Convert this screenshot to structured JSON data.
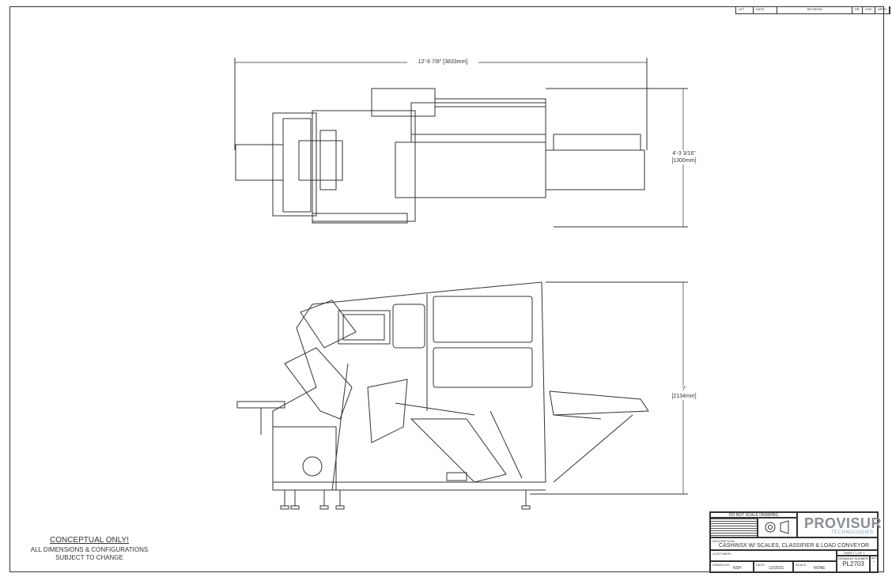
{
  "revision_block": {
    "headers": [
      "LET",
      "DATE",
      "REVISION",
      "DR",
      "CHK",
      "APPD"
    ]
  },
  "dimensions": {
    "overall_length": "12'-6 7/8\" [3833mm]",
    "width_imperial": "4'-3 3/16\"",
    "width_metric": "[1300mm]",
    "height_imperial": "7'",
    "height_metric": "[2134mm]"
  },
  "notes": {
    "line1": "CONCEPTUAL ONLY!",
    "line2": "ALL DIMENSIONS & CONFIGURATIONS",
    "line3": "SUBJECT TO CHANGE"
  },
  "title_block": {
    "warning": "DO NOT SCALE DRAWING",
    "company": "PROVISUR",
    "company_sub": "TECHNOLOGIES",
    "description_label": "DESCRIPTION:",
    "description": "CASHINSX W/ SCALES, CLASSIFIER & LOAD CONVEYOR",
    "customer_label": "CUSTOMER:",
    "sheet_label": "SHEET",
    "sheet": "1",
    "of_label": "OF",
    "sheet_total": "1",
    "drawing_number_label": "DRAWING NUMBER",
    "drawing_number": "PL2703",
    "rev_label": "REV",
    "rev": "-",
    "drawn_by_label": "DRAWN BY:",
    "drawn_by": "NSH",
    "date_label": "DATE:",
    "date": "12/25/21",
    "scale_label": "SCALE:",
    "scale": "NONE"
  }
}
